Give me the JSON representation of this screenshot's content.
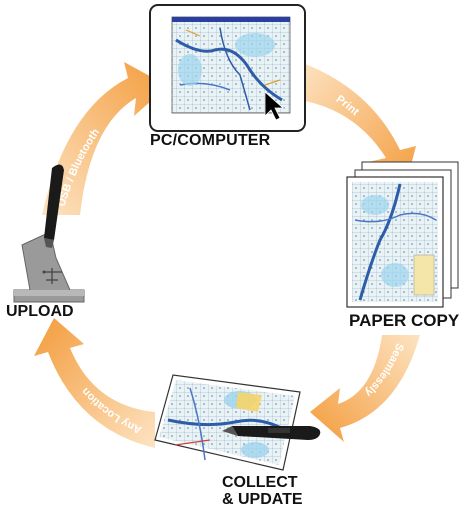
{
  "nodes": {
    "pc": {
      "label": "PC/COMPUTER"
    },
    "paper": {
      "label": "PAPER COPY"
    },
    "collect": {
      "label_line1": "COLLECT",
      "label_line2": "& UPDATE"
    },
    "upload": {
      "label": "UPLOAD"
    }
  },
  "arrows": {
    "top_left": "USB / Bluetooth",
    "top_right": "Print",
    "bottom_right": "Seamlessly",
    "bottom_left": "Any Location"
  },
  "colors": {
    "arrow_orange": "#f39c3c",
    "arrow_light": "#fde3c2",
    "map_water": "#9dd3ec",
    "map_road": "#2d5da8",
    "window_titlebar": "#2a3fa0",
    "pen_body": "#1a1a1a",
    "cradle": "#9a9a9a"
  },
  "icons": [
    "mouse-cursor-icon",
    "digital-pen-icon",
    "usb-cradle-icon",
    "map-thumbnail-icon"
  ]
}
